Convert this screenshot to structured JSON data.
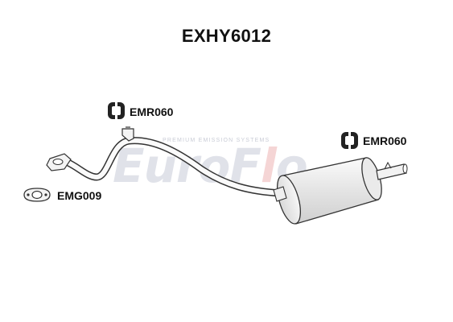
{
  "title": "EXHY6012",
  "parts": {
    "rubber_mount_top": "EMR060",
    "rubber_mount_right": "EMR060",
    "gasket": "EMG009"
  },
  "watermark": {
    "logo_main": "EuroF",
    "logo_accent": "l",
    "logo_tail": "o",
    "tagline": "PREMIUM EMISSION SYSTEMS"
  }
}
